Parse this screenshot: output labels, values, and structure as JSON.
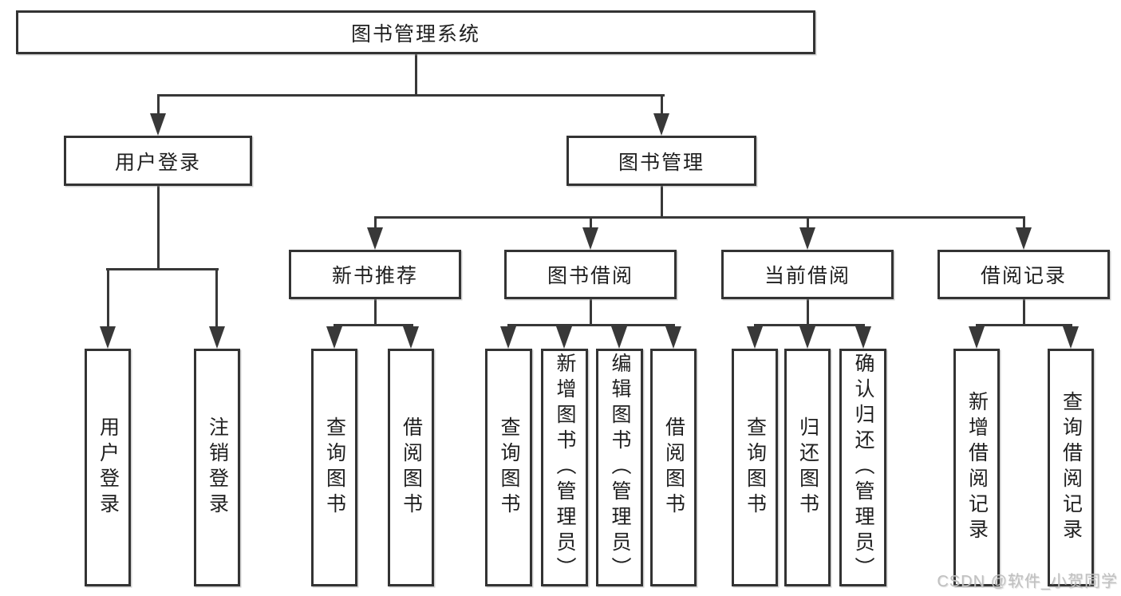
{
  "tree": {
    "root": {
      "label": "图书管理系统"
    },
    "level2": [
      {
        "label": "用户登录",
        "children": [
          {
            "label": "用户登录"
          },
          {
            "label": "注销登录"
          }
        ]
      },
      {
        "label": "图书管理",
        "children": [
          {
            "label": "新书推荐",
            "children": [
              {
                "label": "查询图书"
              },
              {
                "label": "借阅图书"
              }
            ]
          },
          {
            "label": "图书借阅",
            "children": [
              {
                "label": "查询图书"
              },
              {
                "label": "新增图书（管理员）"
              },
              {
                "label": "编辑图书（管理员）"
              },
              {
                "label": "借阅图书"
              }
            ]
          },
          {
            "label": "当前借阅",
            "children": [
              {
                "label": "查询图书"
              },
              {
                "label": "归还图书"
              },
              {
                "label": "确认归还（管理员）"
              }
            ]
          },
          {
            "label": "借阅记录",
            "children": [
              {
                "label": "新增借阅记录"
              },
              {
                "label": "查询借阅记录"
              }
            ]
          }
        ]
      }
    ]
  },
  "watermark": {
    "text": "CSDN @软件_小贺同学"
  },
  "colors": {
    "background": "#ffffff",
    "line": "#383838",
    "box_border": "#333333",
    "text": "#1f1f1f",
    "watermark": "#c0c0c0"
  }
}
